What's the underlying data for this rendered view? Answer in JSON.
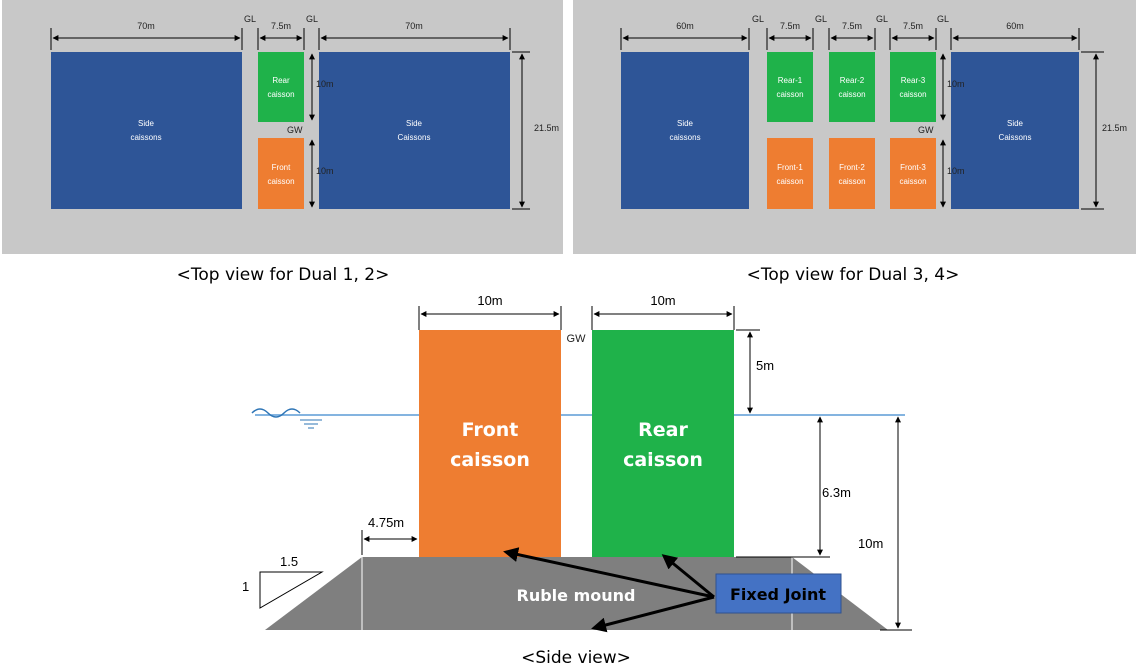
{
  "colors": {
    "panel_bg": "#c8c8c8",
    "side_caisson": "#2e5597",
    "rear_caisson": "#1fb24a",
    "front_caisson": "#ee7d31",
    "rubble_mound": "#7f7f7f",
    "fixed_joint_box": "#4472c4",
    "water_line": "#5b9bd5"
  },
  "top_left": {
    "dims": {
      "side_left": "70m",
      "gl_left": "GL",
      "middle": "7.5m",
      "gl_right": "GL",
      "side_right": "70m",
      "rear_height": "10m",
      "gw": "GW",
      "front_height": "10m",
      "total_height": "21.5m"
    },
    "side_left": [
      "Side",
      "caissons"
    ],
    "rear": [
      "Rear",
      "caisson"
    ],
    "front": [
      "Front",
      "caisson"
    ],
    "side_right": [
      "Side",
      "Caissons"
    ],
    "caption": "<Top view for Dual 1, 2>"
  },
  "top_right": {
    "dims": {
      "side_left": "60m",
      "gl1": "GL",
      "m1": "7.5m",
      "gl2": "GL",
      "m2": "7.5m",
      "gl3": "GL",
      "m3": "7.5m",
      "gl4": "GL",
      "side_right": "60m",
      "rear_height": "10m",
      "gw": "GW",
      "front_height": "10m",
      "total_height": "21.5m"
    },
    "side_left": [
      "Side",
      "caissons"
    ],
    "rear1": [
      "Rear-1",
      "caisson"
    ],
    "rear2": [
      "Rear-2",
      "caisson"
    ],
    "rear3": [
      "Rear-3",
      "caisson"
    ],
    "front1": [
      "Front-1",
      "caisson"
    ],
    "front2": [
      "Front-2",
      "caisson"
    ],
    "front3": [
      "Front-3",
      "caisson"
    ],
    "side_right": [
      "Side",
      "Caissons"
    ],
    "caption": "<Top view for Dual 3, 4>"
  },
  "side_view": {
    "front_width": "10m",
    "rear_width": "10m",
    "gw": "GW",
    "freeboard": "5m",
    "depth": "6.3m",
    "total_height": "10m",
    "berm": "4.75m",
    "slope_h": "1.5",
    "slope_v": "1",
    "front": [
      "Front",
      "caisson"
    ],
    "rear": [
      "Rear",
      "caisson"
    ],
    "mound": "Ruble mound",
    "fixed_joint": "Fixed Joint",
    "caption": "<Side view>"
  }
}
